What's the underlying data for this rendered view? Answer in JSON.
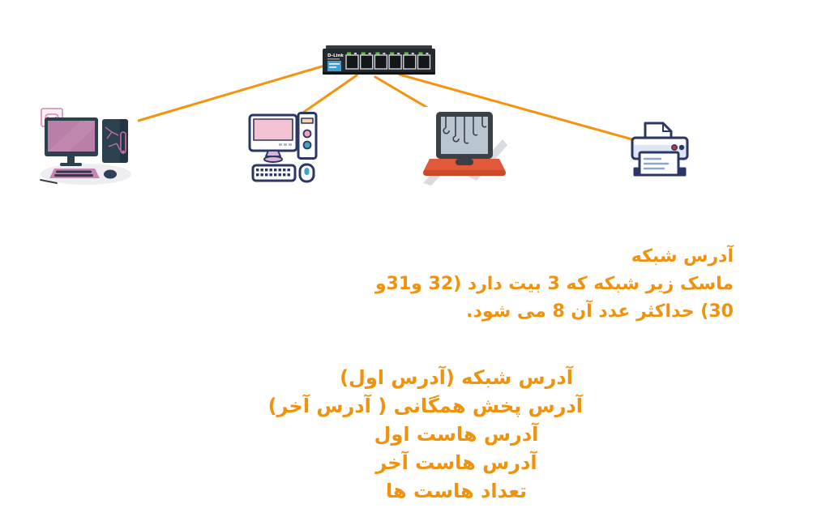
{
  "background_color": "#ffffff",
  "accent_color": "#F0920D",
  "switch": {
    "name": "network-switch",
    "brand": "D-Link",
    "port_count": 6,
    "body_color": "#25282d",
    "label_color": "#3f9fd4",
    "led_color": "#5ec43e"
  },
  "devices": [
    {
      "name": "desktop-computer-illustration"
    },
    {
      "name": "desktop-computer-icon"
    },
    {
      "name": "laptop-illustration"
    },
    {
      "name": "printer-icon"
    }
  ],
  "connection_count": 4,
  "notes_block": {
    "lines": [
      "آدرس شبکه",
      "ماسک زیر شبکه که 3 بیت دارد (32 و31و",
      "30) حداکثر عدد آن 8 می شود."
    ]
  },
  "list_block": {
    "lines": [
      "آدرس شبکه (آدرس اول)",
      "آدرس پخش همگانی ( آدرس آخر)",
      "آدرس هاست اول",
      "آدرس هاست آخر",
      "تعداد هاست ها"
    ]
  }
}
